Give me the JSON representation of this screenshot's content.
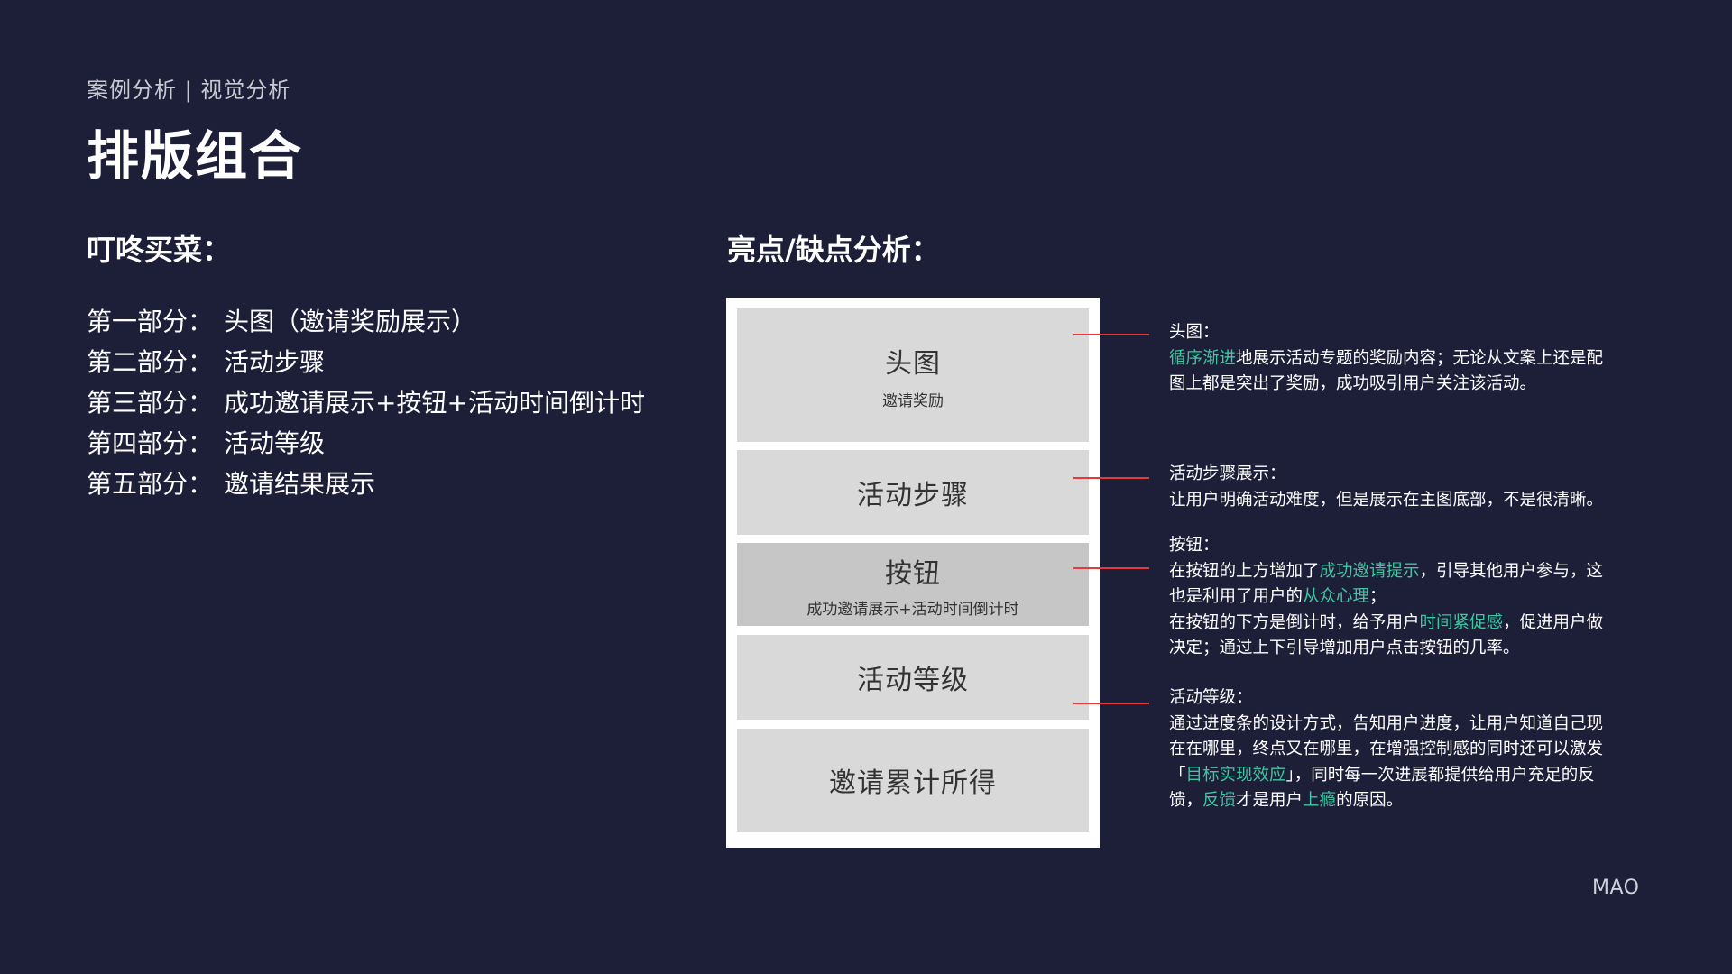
{
  "breadcrumb": "案例分析 | 视觉分析",
  "title": "排版组合",
  "left_heading": "叮咚买菜：",
  "right_heading": "亮点/缺点分析：",
  "parts": [
    {
      "label": "第一部分",
      "desc": "头图（邀请奖励展示）"
    },
    {
      "label": "第二部分",
      "desc": "活动步骤"
    },
    {
      "label": "第三部分",
      "desc": "成功邀请展示+按钮+活动时间倒计时"
    },
    {
      "label": "第四部分",
      "desc": "活动等级"
    },
    {
      "label": "第五部分",
      "desc": "邀请结果展示"
    }
  ],
  "separator": "：",
  "wireframe": {
    "blocks": [
      {
        "title": "头图",
        "sub": "邀请奖励"
      },
      {
        "title": "活动步骤",
        "sub": ""
      },
      {
        "title": "按钮",
        "sub": "成功邀请展示+活动时间倒计时"
      },
      {
        "title": "活动等级",
        "sub": ""
      },
      {
        "title": "邀请累计所得",
        "sub": ""
      }
    ]
  },
  "notes": {
    "header": {
      "title": "头图：",
      "l1_hl": "循序渐进",
      "l1_rest": "地展示活动专题的奖励内容；无论从文案上还是配",
      "l2": "图上都是突出了奖励，成功吸引用户关注该活动。"
    },
    "steps": {
      "title": "活动步骤展示：",
      "l1": "让用户明确活动难度，但是展示在主图底部，不是很清晰。"
    },
    "button": {
      "title": "按钮：",
      "l1_a": "在按钮的上方增加了",
      "l1_hl": "成功邀请提示",
      "l1_b": "，引导其他用户参与，这",
      "l2_a": "也是利用了用户的",
      "l2_hl": "从众心理",
      "l2_b": "；",
      "l3_a": "在按钮的下方是倒计时，给予用户",
      "l3_hl": "时间紧促感",
      "l3_b": "，促进用户做",
      "l4": "决定；通过上下引导增加用户点击按钮的几率。"
    },
    "level": {
      "title": "活动等级：",
      "l1": "通过进度条的设计方式，告知用户进度，让用户知道自己现",
      "l2": "在在哪里，终点又在哪里，在增强控制感的同时还可以激发",
      "l3_a": "「",
      "l3_hl": "目标实现效应",
      "l3_b": "」，同时每一次进展都提供给用户充足的反",
      "l4_a": "馈，",
      "l4_hl1": "反馈",
      "l4_b": "才是用户",
      "l4_hl2": "上瘾",
      "l4_c": "的原因。"
    }
  },
  "signature": "MAO",
  "colors": {
    "background": "#1d1e38",
    "highlight": "#3fc6a3",
    "connector": "#e5393b"
  }
}
